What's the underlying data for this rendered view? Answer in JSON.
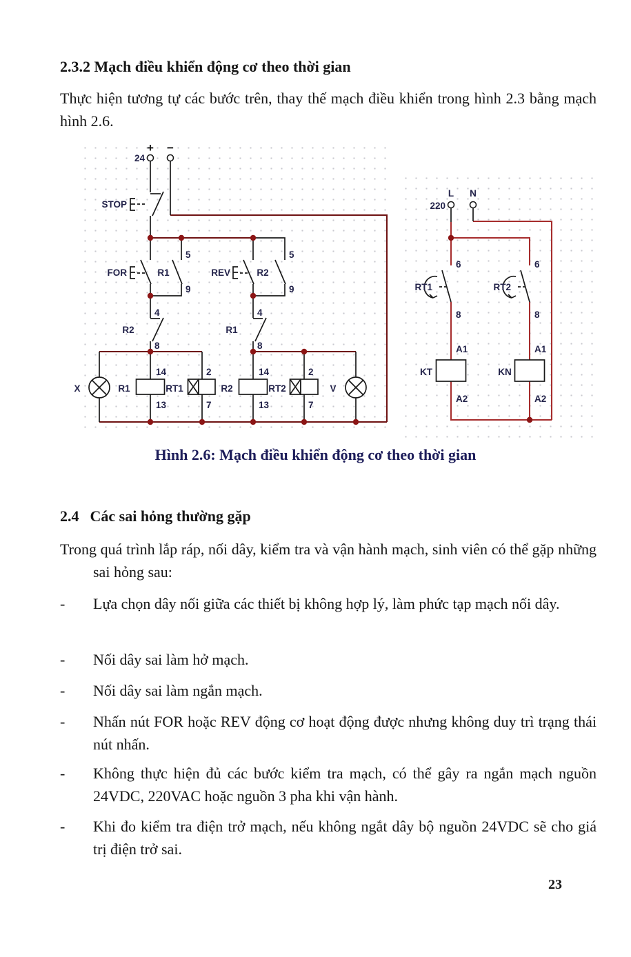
{
  "section1": {
    "heading": "2.3.2 Mạch điều khiển động cơ theo thời gian",
    "paragraph": "Thực hiện tương tự các bước trên, thay thế mạch điều khiển trong hình 2.3 bằng mạch hình 2.6."
  },
  "figure": {
    "caption": "Hình 2.6: Mạch điều khiển động cơ theo thời gian"
  },
  "section2": {
    "number": "2.4",
    "title": "Các sai hỏng thường gặp",
    "paragraph": "Trong quá trình lắp ráp, nối dây, kiểm tra và vận hành mạch, sinh viên có thể gặp những sai hỏng sau:"
  },
  "list": {
    "marker": "-",
    "items": [
      "Lựa chọn dây nối giữa các thiết bị không hợp lý, làm phức tạp mạch nối dây.",
      "Nối dây sai làm hở mạch.",
      "Nối dây sai làm ngắn mạch.",
      "Nhấn nút FOR hoặc REV động cơ hoạt động được nhưng không duy trì trạng thái nút nhấn.",
      "Không thực hiện đủ các bước kiểm tra mạch, có thể gây ra ngắn mạch nguồn 24VDC, 220VAC hoặc nguồn 3 pha khi vận hành.",
      "Khi đo kiểm tra điện trở mạch, nếu không ngắt dây bộ nguồn 24VDC sẽ cho giá trị điện trở sai."
    ]
  },
  "page_number": "23",
  "diagram": {
    "colors": {
      "black": "#1a1a1a",
      "maroon": "#6e1212",
      "red": "#a62c2c",
      "dot": "#8c1515"
    },
    "left": {
      "plus": "+",
      "minus": "−",
      "voltage": "24",
      "stop": "STOP",
      "for": "FOR",
      "rev": "REV",
      "r1": "R1",
      "r2": "R2",
      "rt1": "RT1",
      "rt2": "RT2",
      "x": "X",
      "v": "V",
      "t5": "5",
      "t9": "9",
      "t4": "4",
      "t8": "8",
      "t14": "14",
      "t13": "13",
      "t2": "2",
      "t7": "7"
    },
    "right": {
      "l": "L",
      "n": "N",
      "voltage": "220",
      "rt1": "RT1",
      "rt2": "RT2",
      "kt": "KT",
      "kn": "KN",
      "t6": "6",
      "t8": "8",
      "a1": "A1",
      "a2": "A2"
    }
  }
}
